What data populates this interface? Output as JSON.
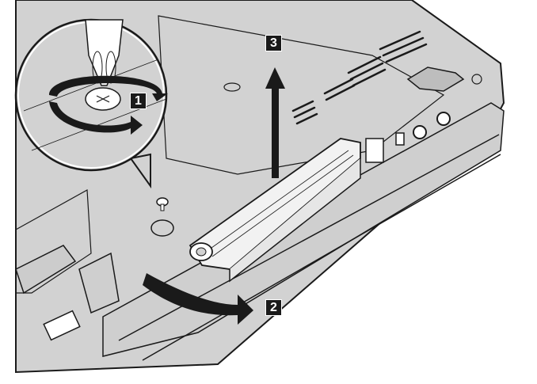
{
  "steps": [
    {
      "number": "1",
      "action": "loosen-screw"
    },
    {
      "number": "2",
      "action": "pull-cover-out"
    },
    {
      "number": "3",
      "action": "lift-drive-up"
    }
  ],
  "colors": {
    "surface": "#d2d2d2",
    "line": "#1a1a1a",
    "badge": "#1a1a1a",
    "highlight": "#f2f2f2"
  }
}
